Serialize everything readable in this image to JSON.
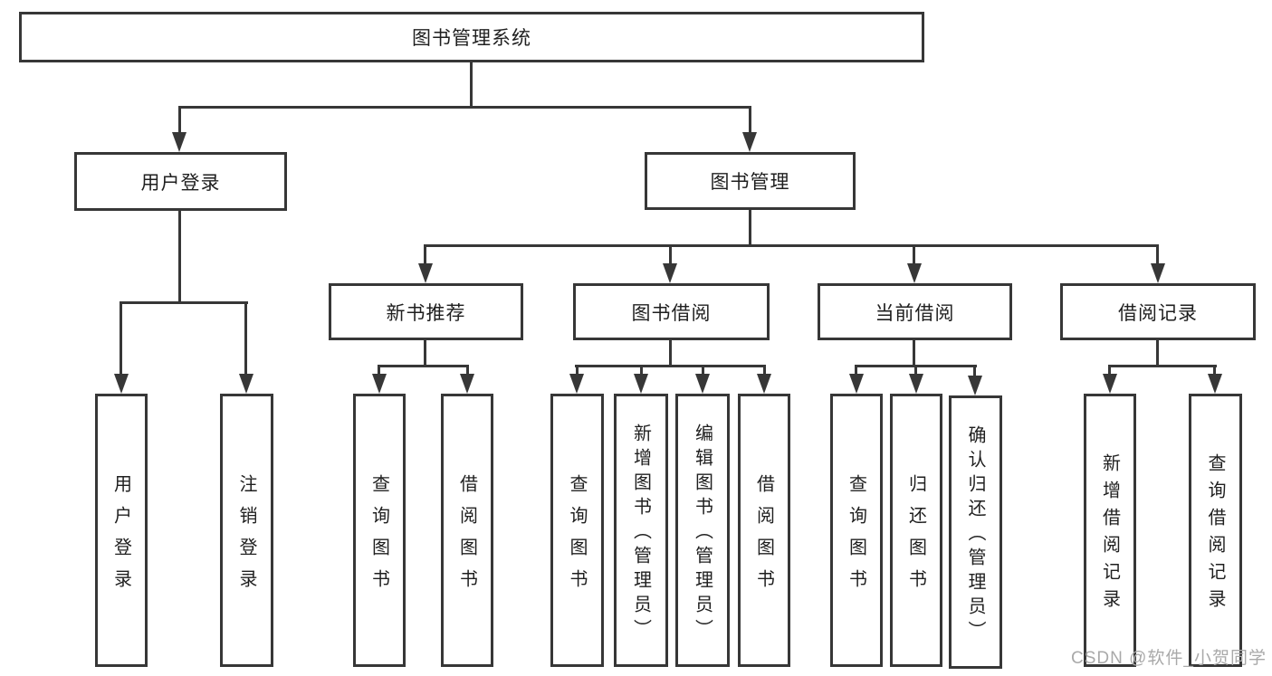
{
  "diagram": {
    "root": {
      "label": "图书管理系统"
    },
    "level2": [
      {
        "label": "用户登录"
      },
      {
        "label": "图书管理"
      }
    ],
    "level3": [
      {
        "label": "新书推荐"
      },
      {
        "label": "图书借阅"
      },
      {
        "label": "当前借阅"
      },
      {
        "label": "借阅记录"
      }
    ],
    "leaves": [
      {
        "label": "用户登录"
      },
      {
        "label": "注销登录"
      },
      {
        "label": "查询图书"
      },
      {
        "label": "借阅图书"
      },
      {
        "label": "查询图书"
      },
      {
        "label": "新增图书（管理员）"
      },
      {
        "label": "编辑图书（管理员）"
      },
      {
        "label": "借阅图书"
      },
      {
        "label": "查询图书"
      },
      {
        "label": "归还图书"
      },
      {
        "label": "确认归还（管理员）"
      },
      {
        "label": "新增借阅记录"
      },
      {
        "label": "查询借阅记录"
      }
    ]
  },
  "watermark": {
    "text": "CSDN @软件_小贺同学"
  },
  "colors": {
    "line": "#373737",
    "text": "#1f1f1f",
    "watermark": "#a9a9a9",
    "background": "#ffffff"
  }
}
